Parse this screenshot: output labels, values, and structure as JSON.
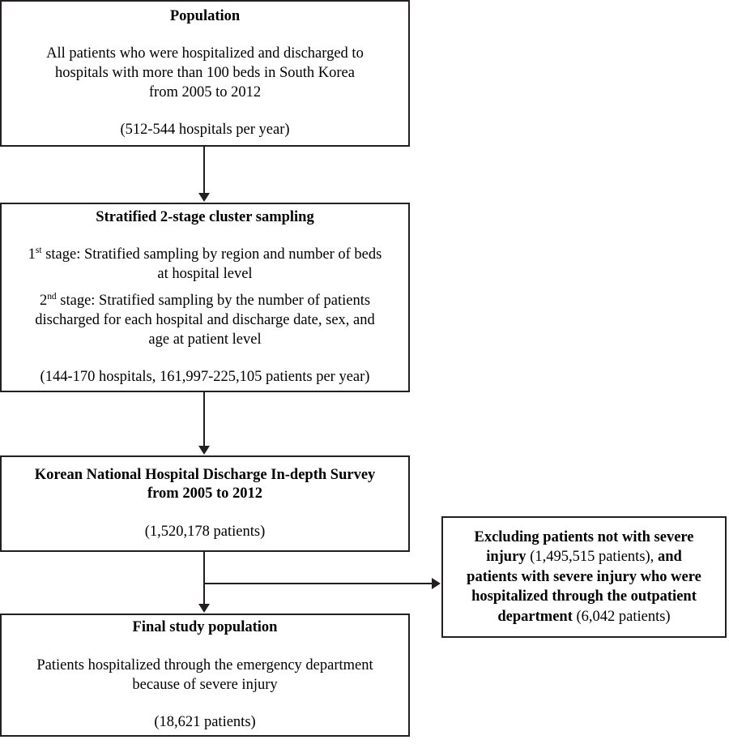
{
  "diagram": {
    "type": "flowchart",
    "orientation": "top-to-bottom",
    "nodes": [
      {
        "id": "population",
        "title": "Population",
        "body_line_1": "All patients who were hospitalized and discharged to",
        "body_line_2": "hospitals with more than 100 beds in South Korea",
        "body_line_3": "from 2005 to 2012",
        "count": "(512-544 hospitals per year)"
      },
      {
        "id": "sampling",
        "title": "Stratified 2-stage cluster sampling",
        "stage1_num": "1",
        "stage1_sup": "st",
        "stage1_line_1": " stage: Stratified sampling by region and number of beds",
        "stage1_line_2": "at hospital level",
        "stage2_num": "2",
        "stage2_sup": "nd",
        "stage2_line_1": " stage: Stratified sampling by the number of patients",
        "stage2_line_2": "discharged for each hospital and discharge date, sex, and",
        "stage2_line_3": "age at patient level",
        "count": "(144-170 hospitals, 161,997-225,105 patients per year)"
      },
      {
        "id": "survey",
        "title_line_1": "Korean National Hospital Discharge In-depth Survey",
        "title_line_2": "from 2005 to 2012",
        "count": "(1,520,178 patients)"
      },
      {
        "id": "excluded",
        "seg_1": "Excluding patients not with severe",
        "seg_2": "injury",
        "seg_3": "(1,495,515 patients),",
        "seg_4": "and",
        "seg_5": "patients with severe injury who were",
        "seg_6": "hospitalized through the outpatient",
        "seg_7": "department",
        "seg_8": "(6,042 patients)"
      },
      {
        "id": "final",
        "title": "Final study population",
        "body_line_1": "Patients hospitalized through the emergency department",
        "body_line_2": "because of severe injury",
        "count": "(18,621 patients)"
      }
    ],
    "edges": [
      {
        "id": "population-to-sampling",
        "from": "population",
        "to": "sampling",
        "style": "arrow-down"
      },
      {
        "id": "sampling-to-survey",
        "from": "sampling",
        "to": "survey",
        "style": "arrow-down"
      },
      {
        "id": "survey-to-final",
        "from": "survey",
        "to": "final",
        "style": "arrow-down"
      },
      {
        "id": "survey-to-excluded",
        "from": "survey",
        "to": "excluded",
        "style": "arrow-right"
      }
    ],
    "colors": {
      "border": "#231f20",
      "background": "#ffffff",
      "text": "#000000"
    }
  }
}
